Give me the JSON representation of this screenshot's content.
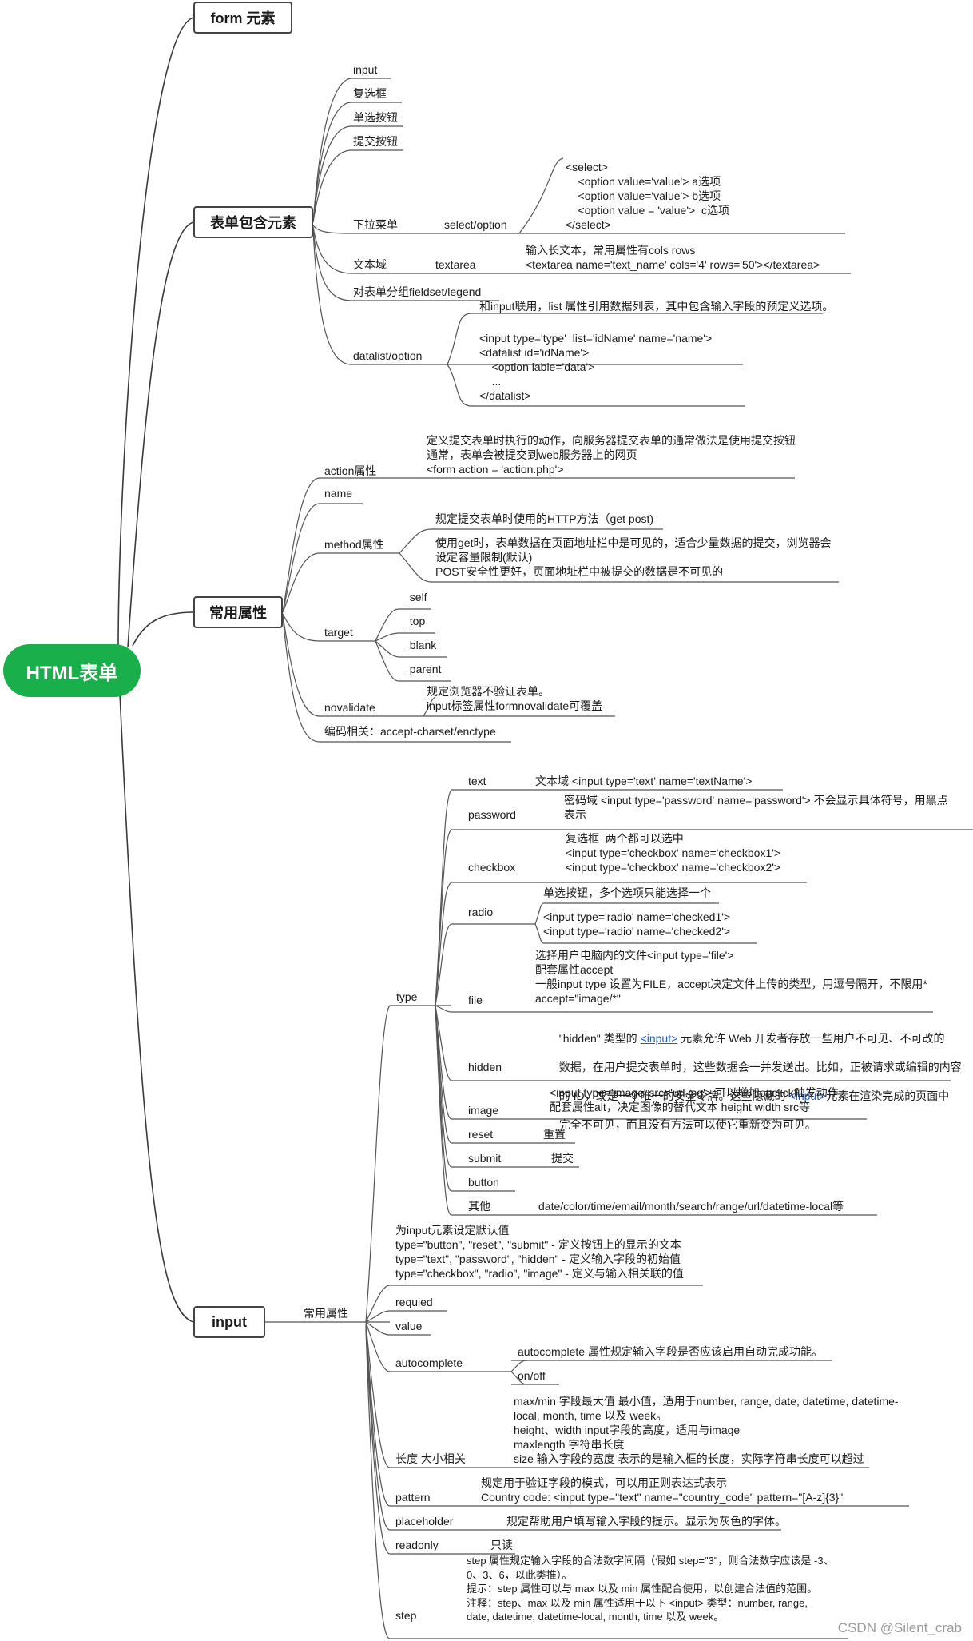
{
  "root": "HTML表单",
  "branches": {
    "form_elem": "form 元素",
    "contains": "表单包含元素",
    "attrs": "常用属性",
    "input": "input"
  },
  "contains": {
    "input": "input",
    "checkbox": "复选框",
    "radio": "单选按钮",
    "submit": "提交按钮",
    "select": "下拉菜单",
    "select_sub": "select/option",
    "select_code": "<select>\n    <option value='value'> a选项\n    <option value='value'> b选项\n    <option value = 'value'>  c选项\n</select>",
    "textarea": "文本域",
    "textarea_sub": "textarea",
    "textarea_desc": "输入长文本，常用属性有cols rows\n<textarea name='text_name' cols='4' rows='50'></textarea>",
    "fieldset": "对表单分组fieldset/legend",
    "datalist": "datalist/option",
    "datalist_desc": "和input联用，list 属性引用数据列表，其中包含输入字段的预定义选项。",
    "datalist_code": "<input type='type'  list='idName' name='name'>\n<datalist id='idName'>\n    <option lable='data'>\n    ...\n</datalist>"
  },
  "attrs": {
    "action": "action属性",
    "action_desc": "定义提交表单时执行的动作，向服务器提交表单的通常做法是使用提交按钮\n通常，表单会被提交到web服务器上的网页\n<form action = 'action.php'>",
    "name": "name",
    "method": "method属性",
    "method_desc1": "规定提交表单时使用的HTTP方法（get post)",
    "method_desc2": "使用get时，表单数据在页面地址栏中是可见的，适合少量数据的提交，浏览器会\n设定容量限制(默认)\nPOST安全性更好，页面地址栏中被提交的数据是不可见的",
    "target": "target",
    "self": "_self",
    "top": "_top",
    "blank": "_blank",
    "parent": "_parent",
    "novalidate": "novalidate",
    "novalidate_desc": "规定浏览器不验证表单。\ninput标签属性formnovalidate可覆盖",
    "encoding": "编码相关：accept-charset/enctype"
  },
  "type": {
    "label": "type",
    "text": "text",
    "text_desc": "文本域 <input type='text' name='textName'>",
    "password": "password",
    "password_desc": "密码域 <input type='password' name='password'> 不会显示具体符号，用黑点\n表示",
    "checkbox": "checkbox",
    "checkbox_desc": "复选框  两个都可以选中\n<input type='checkbox' name='checkbox1'>\n<input type='checkbox' name='checkbox2'>",
    "radio": "radio",
    "radio_desc1": "单选按钮，多个选项只能选择一个",
    "radio_desc2": "<input type='radio' name='checked1'>\n<input type='radio' name='checked2'>",
    "file": "file",
    "file_desc": "选择用户电脑内的文件<input type='file'>\n配套属性accept\n一般input type 设置为FILE，accept决定文件上传的类型，用逗号隔开，不限用*\naccept=\"image/*\"",
    "hidden": "hidden",
    "hidden_l1a": "\"hidden\" 类型的 ",
    "hidden_l1link": "<input>",
    "hidden_l1b": " 元素允许 Web 开发者存放一些用户不可见、不可改的",
    "hidden_l2": "数据，在用户提交表单时，这些数据会一并发送出。比如，正被请求或编辑的内容",
    "hidden_l3a": "的 ID，或是一个唯一的安全令牌。这些隐藏的 ",
    "hidden_l3link": "<input>",
    "hidden_l3b": "元素在渲染完成的页面中",
    "hidden_l4": "完全不可见，而且没有方法可以使它重新变为可见。",
    "image": "image",
    "image_desc": "<input type='image' src='url.jpg'> 可以增加onclick触发动作\n配套属性alt，决定图像的替代文本 height width src等",
    "reset": "reset",
    "reset_desc": "重置",
    "submit": "submit",
    "submit_desc": "提交",
    "button": "button",
    "other": "其他",
    "other_desc": "date/color/time/email/month/search/range/url/datetime-local等"
  },
  "inattrs": {
    "label": "常用属性",
    "value_desc": "为input元素设定默认值\ntype=\"button\", \"reset\", \"submit\" - 定义按钮上的显示的文本\ntype=\"text\", \"password\", \"hidden\" - 定义输入字段的初始值\ntype=\"checkbox\", \"radio\", \"image\" - 定义与输入相关联的值",
    "required": "requied",
    "value": "value",
    "autocomplete": "autocomplete",
    "autocomplete_desc": "autocomplete 属性规定输入字段是否应该启用自动完成功能。",
    "onoff": "on/off",
    "size": "长度 大小相关",
    "size_desc": "max/min 字段最大值 最小值，适用于number, range, date, datetime, datetime-\nlocal, month, time 以及 week。\nheight、width input字段的高度，适用与image\nmaxlength 字符串长度\nsize 输入字段的宽度 表示的是输入框的长度，实际字符串长度可以超过",
    "pattern": "pattern",
    "pattern_desc": "规定用于验证字段的模式，可以用正则表达式表示\nCountry code: <input type=\"text\" name=\"country_code\" pattern=\"[A-z]{3}\"",
    "placeholder": "placeholder",
    "placeholder_desc": "规定帮助用户填写输入字段的提示。显示为灰色的字体。",
    "readonly": "readonly",
    "readonly_desc": "只读",
    "step": "step",
    "step_desc": "step 属性规定输入字段的合法数字间隔（假如 step=\"3\"，则合法数字应该是 -3、\n0、3、6，以此类推）。\n提示：step 属性可以与 max 以及 min 属性配合使用，以创建合法值的范围。\n注释：step、max 以及 min 属性适用于以下 <input> 类型：number, range,\ndate, datetime, datetime-local, month, time 以及 week。"
  },
  "watermark": "CSDN @Silent_crab"
}
